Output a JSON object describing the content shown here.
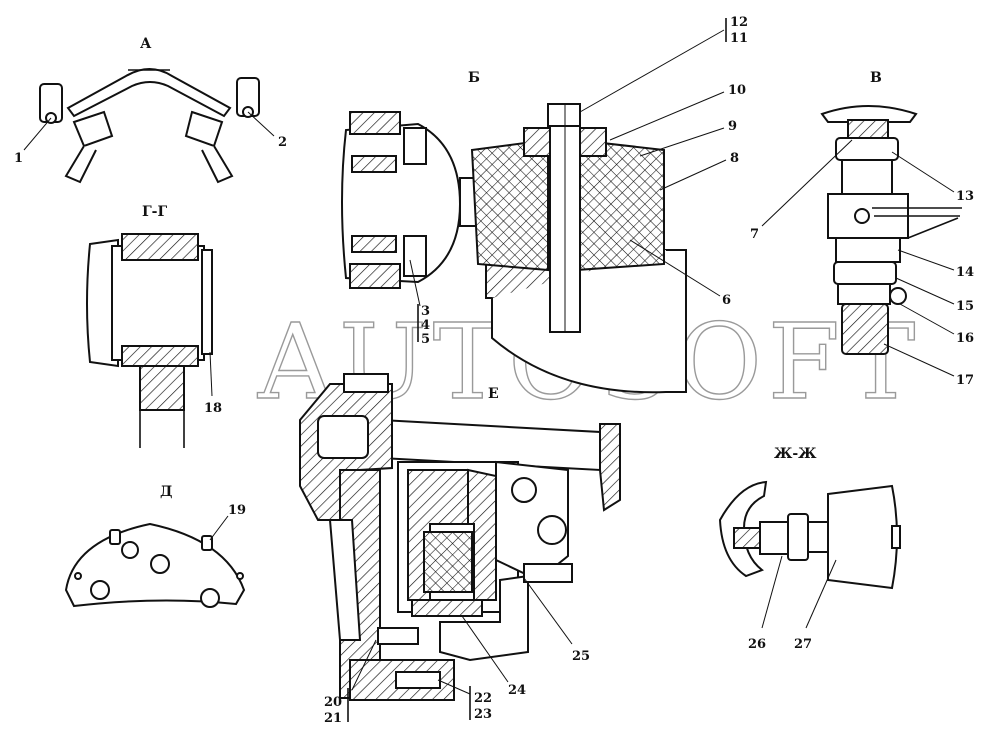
{
  "watermark": "AUTOSOFT",
  "colors": {
    "ink": "#111111",
    "paper": "#ffffff",
    "watermark": "#9a9a9a"
  },
  "views": {
    "a": "А",
    "b": "Б",
    "v": "В",
    "gg": "Г-Г",
    "d": "Д",
    "e": "Е",
    "zhzh": "Ж-Ж"
  },
  "callouts": [
    "1",
    "2",
    "3",
    "4",
    "5",
    "6",
    "7",
    "8",
    "9",
    "10",
    "11",
    "12",
    "13",
    "14",
    "15",
    "16",
    "17",
    "18",
    "19",
    "20",
    "21",
    "22",
    "23",
    "24",
    "25",
    "26",
    "27"
  ]
}
